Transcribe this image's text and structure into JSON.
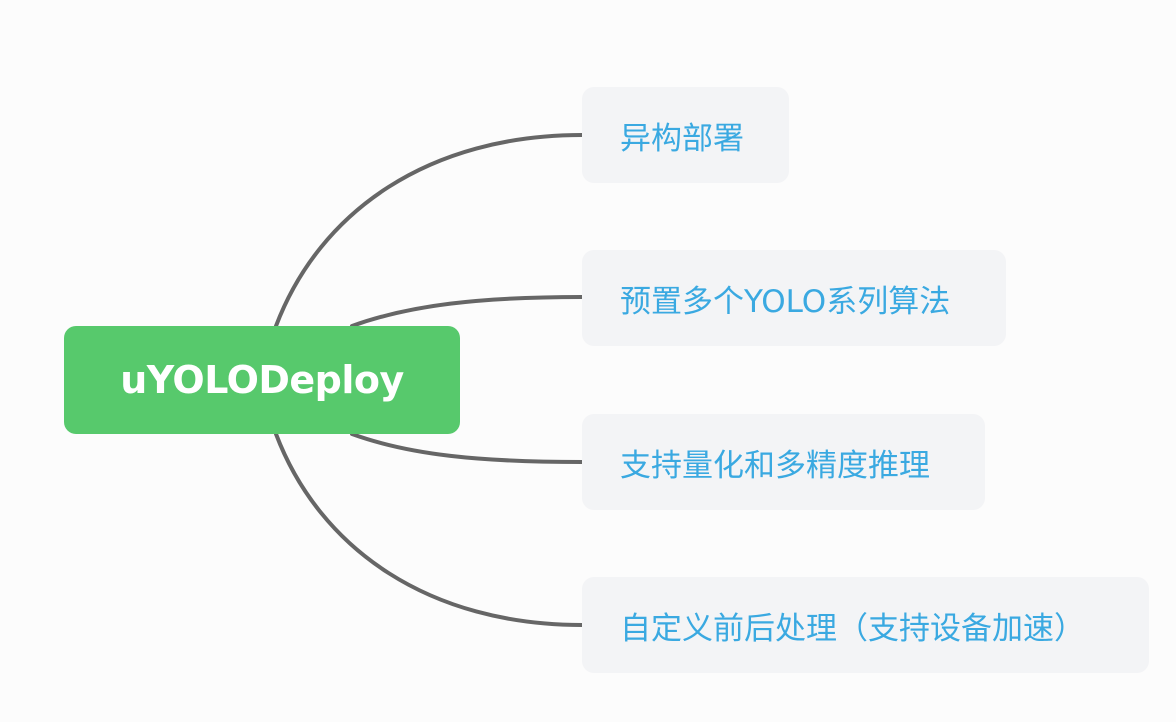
{
  "colors": {
    "background": "#fcfcfc",
    "root_fill": "#57c96c",
    "root_text": "#ffffff",
    "child_fill": "#f3f4f6",
    "child_text": "#3aa9e1",
    "connector": "#666666"
  },
  "root": {
    "label": "uYOLODeploy"
  },
  "children": [
    {
      "label": "异构部署"
    },
    {
      "label": "预置多个YOLO系列算法"
    },
    {
      "label": "支持量化和多精度推理"
    },
    {
      "label": "自定义前后处理（支持设备加速）"
    }
  ]
}
